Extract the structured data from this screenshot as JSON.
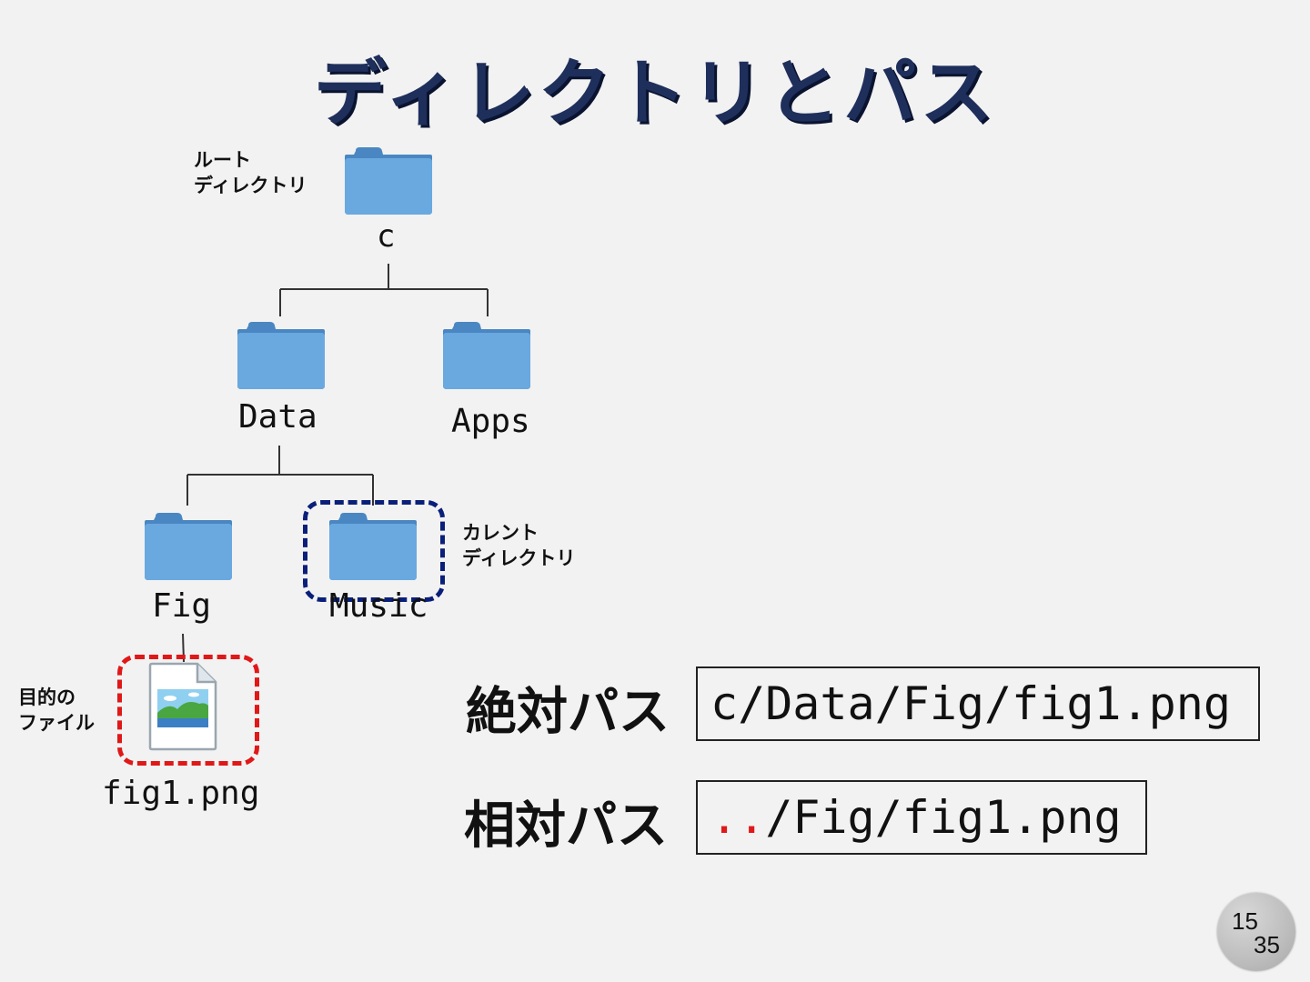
{
  "title": "ディレクトリとパス",
  "tree": {
    "root": {
      "name": "c",
      "annotation_line1": "ルート",
      "annotation_line2": "ディレクトリ"
    },
    "data": {
      "name": "Data"
    },
    "apps": {
      "name": "Apps"
    },
    "fig": {
      "name": "Fig"
    },
    "music": {
      "name": "Music",
      "annotation_line1": "カレント",
      "annotation_line2": "ディレクトリ"
    },
    "file": {
      "name": "fig1.png",
      "annotation_line1": "目的の",
      "annotation_line2": "ファイル"
    }
  },
  "paths": {
    "absolute": {
      "label": "絶対パス",
      "value": "c/Data/Fig/fig1.png"
    },
    "relative": {
      "label": "相対パス",
      "prefix": "..",
      "rest": "/Fig/fig1.png"
    }
  },
  "page": {
    "current": "15",
    "total": "35"
  },
  "colors": {
    "folder": "#6aa8e0",
    "current_dir_outline": "#0a1f7a",
    "target_file_outline": "#e01818",
    "relative_prefix": "#e01818"
  }
}
